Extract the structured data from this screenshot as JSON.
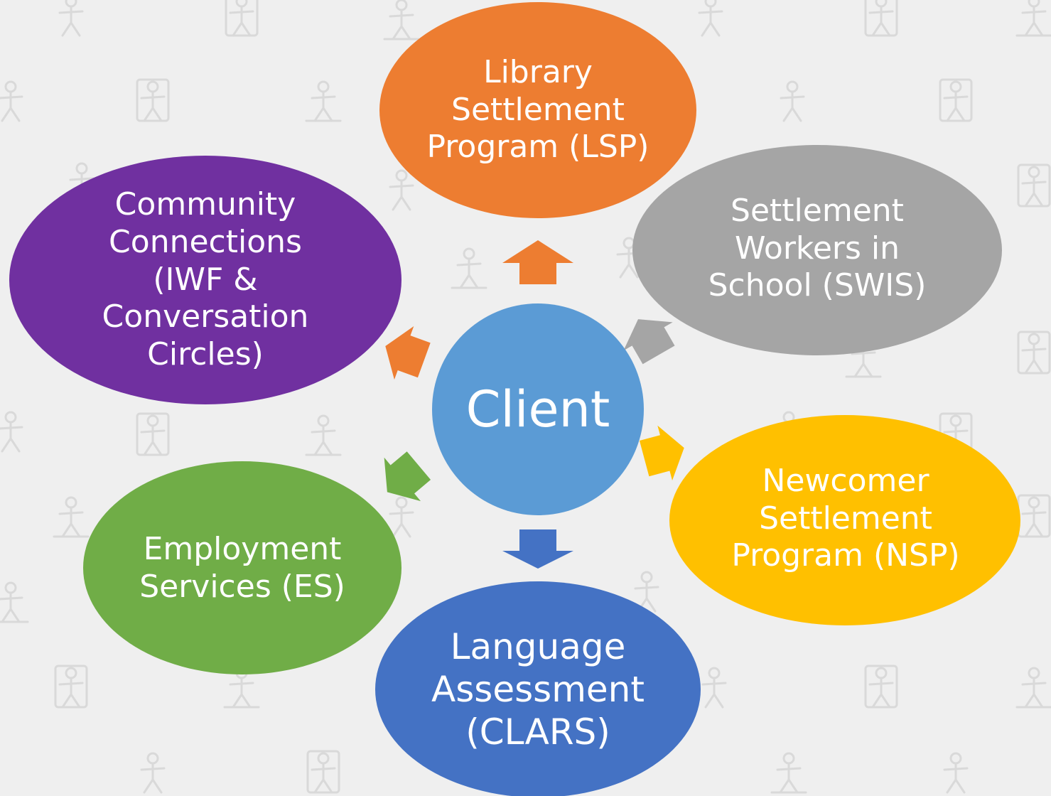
{
  "diagram": {
    "center": {
      "label": "Client",
      "color": "#5b9bd5"
    },
    "nodes": [
      {
        "id": "lsp",
        "label": "Library\nSettlement\nProgram (LSP)",
        "color": "#ed7d31"
      },
      {
        "id": "swis",
        "label": "Settlement\nWorkers in\nSchool (SWIS)",
        "color": "#a5a5a5"
      },
      {
        "id": "nsp",
        "label": "Newcomer\nSettlement\nProgram (NSP)",
        "color": "#ffc000"
      },
      {
        "id": "clars",
        "label": "Language\nAssessment\n(CLARS)",
        "color": "#4472c4"
      },
      {
        "id": "es",
        "label": "Employment\nServices (ES)",
        "color": "#70ad47"
      },
      {
        "id": "community",
        "label": "Community\nConnections\n(IWF &\nConversation\nCircles)",
        "color": "#7030a0"
      }
    ]
  },
  "background": {
    "color": "#efefef",
    "icon_color": "#d9d9d9",
    "icons": [
      "dancers-icon",
      "fitness-icon",
      "meditation-icon",
      "dumbbell-icon",
      "dining-icon",
      "calendar-icon",
      "care-icon",
      "group-icon",
      "classroom-icon",
      "easel-icon",
      "swimming-icon"
    ]
  }
}
